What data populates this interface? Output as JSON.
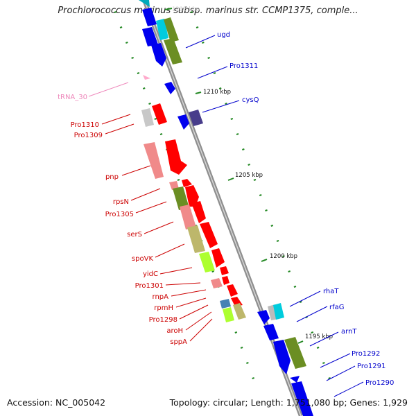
{
  "title": "Prochlorococcus marinus subsp. marinus str. CCMP1375, comple...",
  "footer": {
    "accession": "Accession: NC_005042",
    "topology": "Topology: circular; Length: 1,751,080 bp; Genes: 1,929"
  },
  "colors": {
    "forward_label": "#0000cc",
    "reverse_label": "#cc0000",
    "rna_label": "#ee88bb",
    "axis": "#999999",
    "tick": "#228822"
  },
  "scale_labels": [
    "1215 kbp",
    "1210 kbp",
    "1205 kbp",
    "1200 kbp",
    "1195 kbp"
  ],
  "forward_genes": [
    "ugd",
    "Pro1311",
    "cysQ",
    "rhaT",
    "rfaG",
    "arnT",
    "Pro1292",
    "Pro1291",
    "Pro1290"
  ],
  "reverse_genes": [
    "tRNA_30",
    "Pro1310",
    "Pro1309",
    "pnp",
    "rpsN",
    "Pro1305",
    "serS",
    "spoVK",
    "yidC",
    "Pro1301",
    "rnpA",
    "rpmH",
    "Pro1298",
    "aroH",
    "sppA"
  ]
}
